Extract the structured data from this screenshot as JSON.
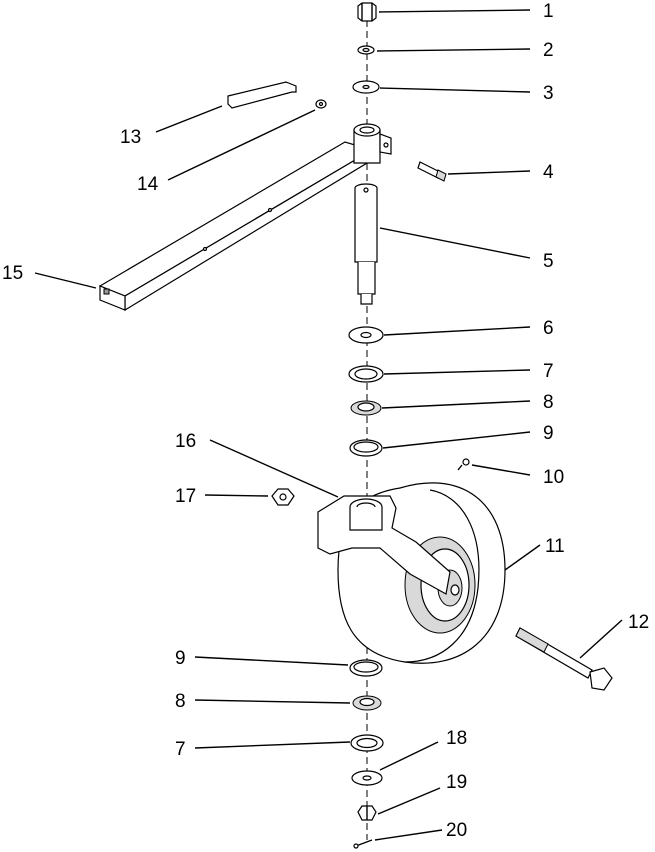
{
  "diagram": {
    "callouts": [
      "1",
      "2",
      "3",
      "4",
      "5",
      "6",
      "7",
      "8",
      "9",
      "10",
      "11",
      "12",
      "13",
      "14",
      "15",
      "16",
      "17",
      "9",
      "8",
      "7",
      "18",
      "19",
      "20"
    ]
  }
}
